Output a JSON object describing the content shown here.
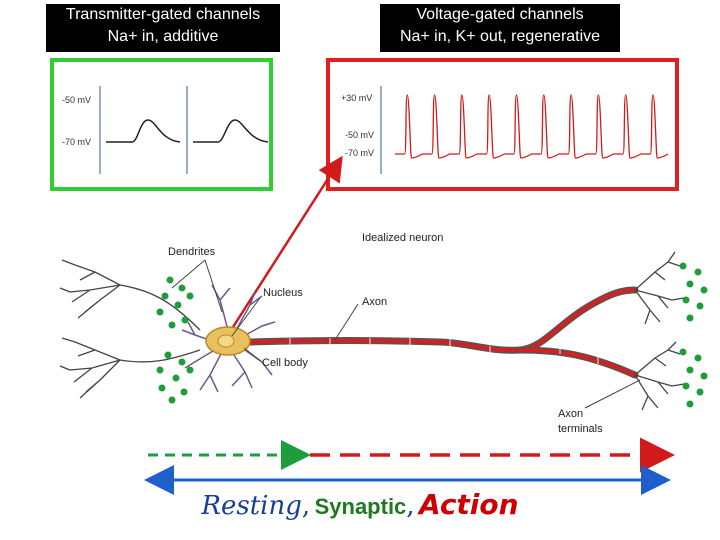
{
  "left_title": {
    "line1": "Transmitter-gated channels",
    "line2": "Na+ in, additive"
  },
  "right_title": {
    "line1": "Voltage-gated channels",
    "line2": "Na+ in, K+ out, regenerative"
  },
  "left_panel": {
    "label_top": "-50 mV",
    "label_bottom": "-70 mV",
    "border_color": "#33cc33"
  },
  "right_panel": {
    "label_top": "+30 mV",
    "label_mid": "-50 mV",
    "label_bottom": "-70 mV",
    "border_color": "#e02020"
  },
  "neuron": {
    "heading": "Idealized neuron",
    "dendrites": "Dendrites",
    "nucleus": "Nucleus",
    "axon": "Axon",
    "cell_body": "Cell body",
    "axon_terminals_1": "Axon",
    "axon_terminals_2": "terminals"
  },
  "caption": {
    "resting": "Resting",
    "comma1": ",",
    "synaptic": "Synaptic",
    "comma2": ",",
    "action": "Action"
  },
  "colors": {
    "green": "#1e9e3a",
    "red": "#d11a1a",
    "blue": "#1f5fcc",
    "soma": "#e8c060"
  }
}
